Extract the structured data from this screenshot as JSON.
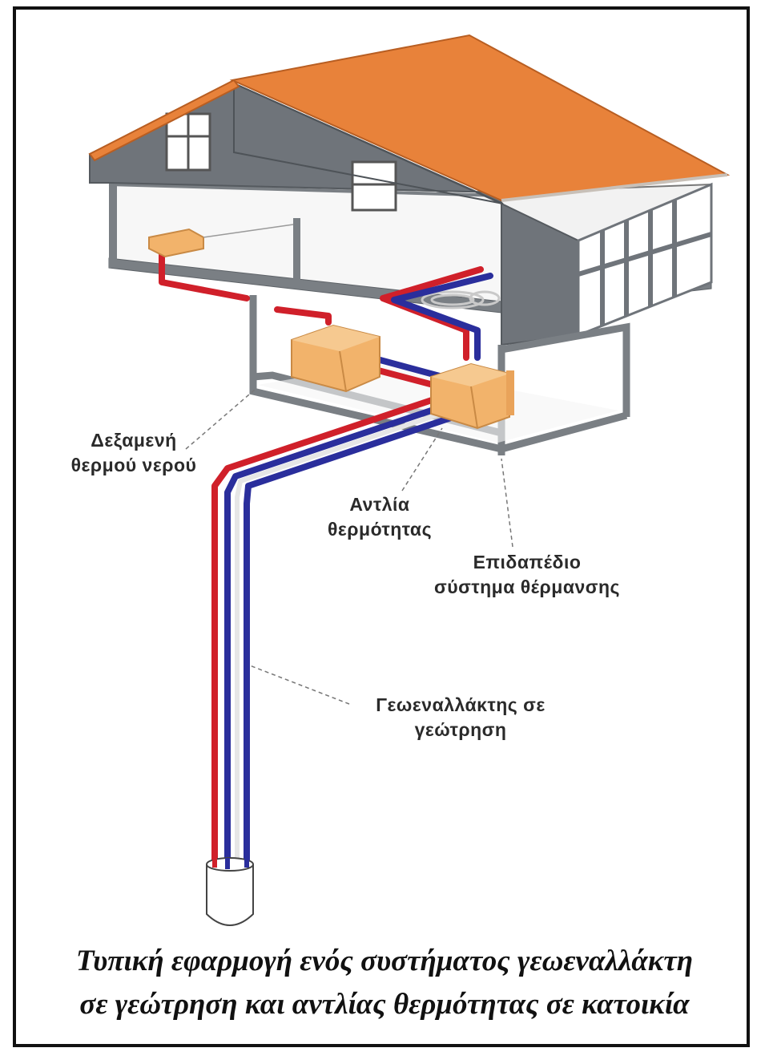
{
  "labels": {
    "tank": [
      "Δεξαμενή",
      "θερμού νερού"
    ],
    "pump": [
      "Αντλία",
      "θερμότητας"
    ],
    "floor": [
      "Επιδαπέδιο",
      "σύστημα θέρμανσης"
    ],
    "exchanger": [
      "Γεωεναλλάκτης σε",
      "γεώτρηση"
    ]
  },
  "caption": [
    "Τυπική εφαρμογή ενός συστήματος γεωεναλλάκτη",
    "σε γεώτρηση και αντλίας θερμότητας σε κατοικία"
  ],
  "colors": {
    "roof": "#e8823a",
    "wall": "#6f747a",
    "frame": "#7a7f84",
    "box": "#f2b36b",
    "pipe_hot": "#d0202a",
    "pipe_cold": "#2a2e9c"
  }
}
